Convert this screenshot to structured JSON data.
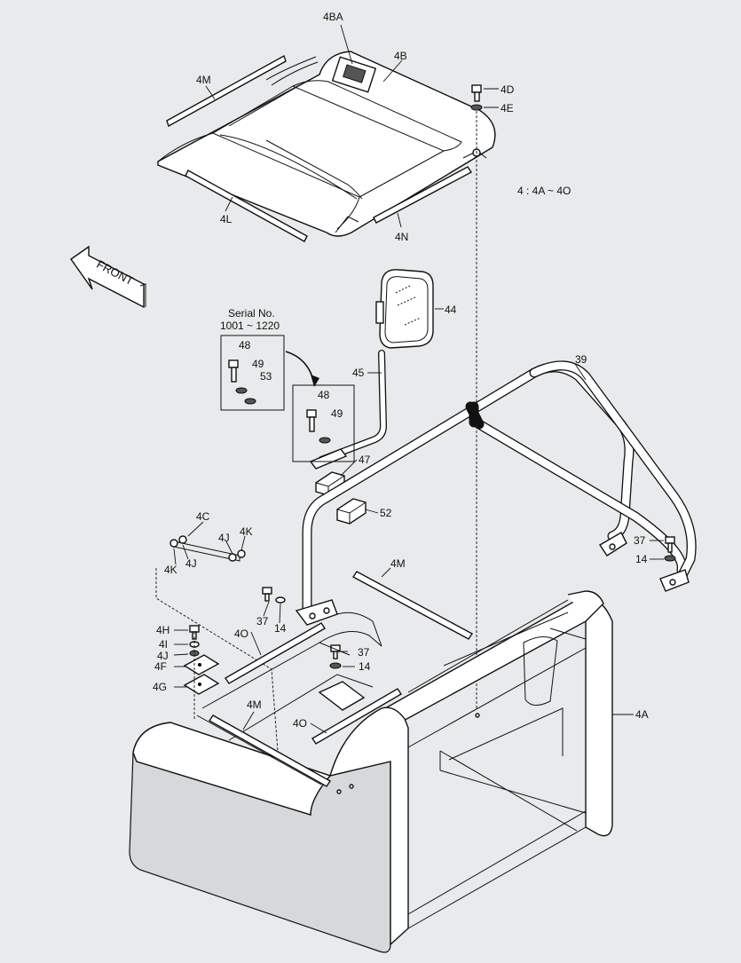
{
  "labels": {
    "l_4BA": "4BA",
    "l_4B": "4B",
    "l_4M_top": "4M",
    "l_4D": "4D",
    "l_4E": "4E",
    "l_4L": "4L",
    "l_4N": "4N",
    "l_range": "4 : 4A ~ 4O",
    "front": "FRONT",
    "serial_title": "Serial No.",
    "serial_range": "1001 ~ 1220",
    "l_48a": "48",
    "l_49a": "49",
    "l_53": "53",
    "l_48b": "48",
    "l_49b": "49",
    "l_44": "44",
    "l_45": "45",
    "l_39": "39",
    "l_47": "47",
    "l_52": "52",
    "l_4C": "4C",
    "l_4K_a": "4K",
    "l_4J_a": "4J",
    "l_4K_b": "4K",
    "l_4J_b": "4J",
    "l_4M_mid": "4M",
    "l_37_r": "37",
    "l_14_r": "14",
    "l_37_l": "37",
    "l_14_l": "14",
    "l_4H": "4H",
    "l_4I": "4I",
    "l_4J_c": "4J",
    "l_4F": "4F",
    "l_4G": "4G",
    "l_4O_a": "4O",
    "l_37_c": "37",
    "l_14_c": "14",
    "l_4M_bot": "4M",
    "l_4O_b": "4O",
    "l_4A": "4A"
  }
}
